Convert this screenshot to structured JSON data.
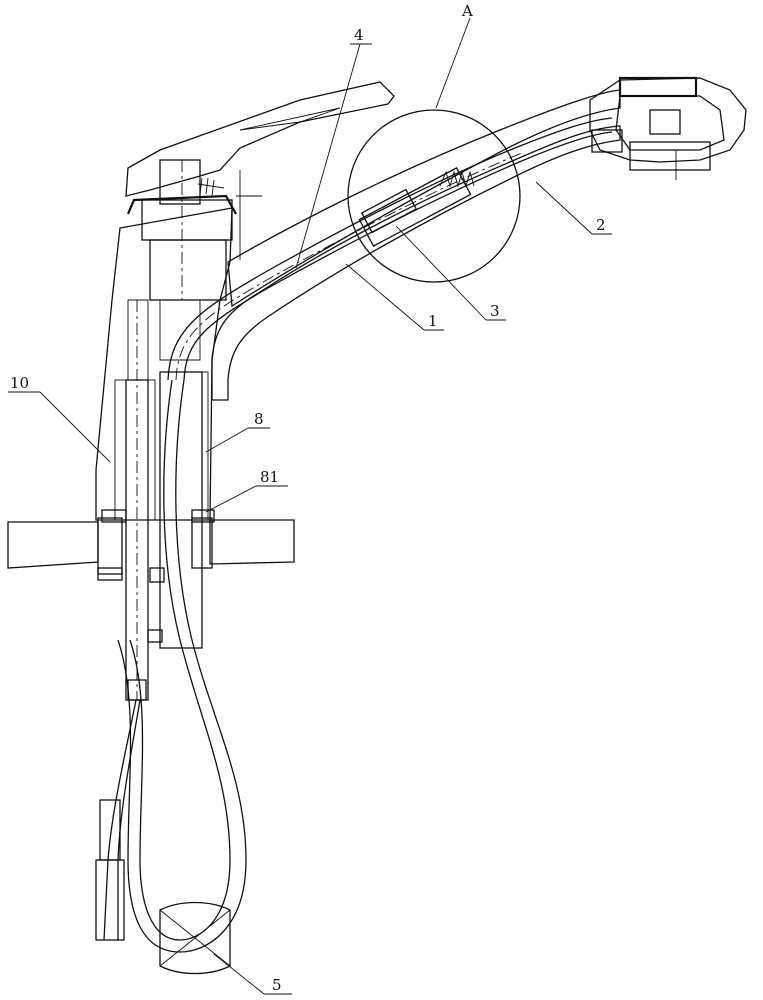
{
  "figure": {
    "labels": {
      "detail": "A",
      "part1": "1",
      "part2": "2",
      "part3": "3",
      "part4": "4",
      "part5": "5",
      "part8": "8",
      "part81": "81",
      "part10": "10"
    }
  }
}
